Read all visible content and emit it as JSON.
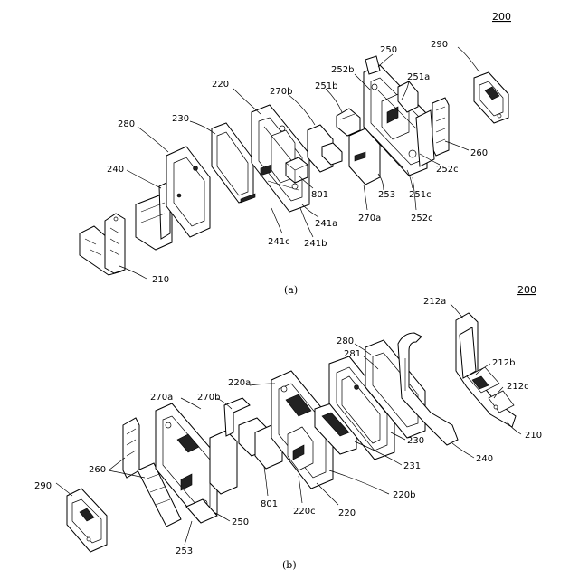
{
  "figure_number": "200",
  "view_a": {
    "caption": "(a)",
    "labels": {
      "l200": "200",
      "l250": "250",
      "l290": "290",
      "l252b": "252b",
      "l251a": "251a",
      "l220": "220",
      "l270b": "270b",
      "l251b": "251b",
      "l280": "280",
      "l230": "230",
      "l260": "260",
      "l252c_1": "252c",
      "l801": "801",
      "l253": "253",
      "l251c": "251c",
      "l240": "240",
      "l241a": "241a",
      "l270a": "270a",
      "l252c_2": "252c",
      "l241c": "241c",
      "l241b": "241b",
      "l210": "210"
    }
  },
  "view_b": {
    "caption": "(b)",
    "labels": {
      "l200": "200",
      "l212a": "212a",
      "l280": "280",
      "l281": "281",
      "l212b": "212b",
      "l220a": "220a",
      "l212c": "212c",
      "l270a": "270a",
      "l270b": "270b",
      "l210": "210",
      "l260": "260",
      "l230": "230",
      "l240": "240",
      "l231": "231",
      "l220b": "220b",
      "l290": "290",
      "l801": "801",
      "l220c": "220c",
      "l220": "220",
      "l250": "250",
      "l253": "253"
    }
  }
}
